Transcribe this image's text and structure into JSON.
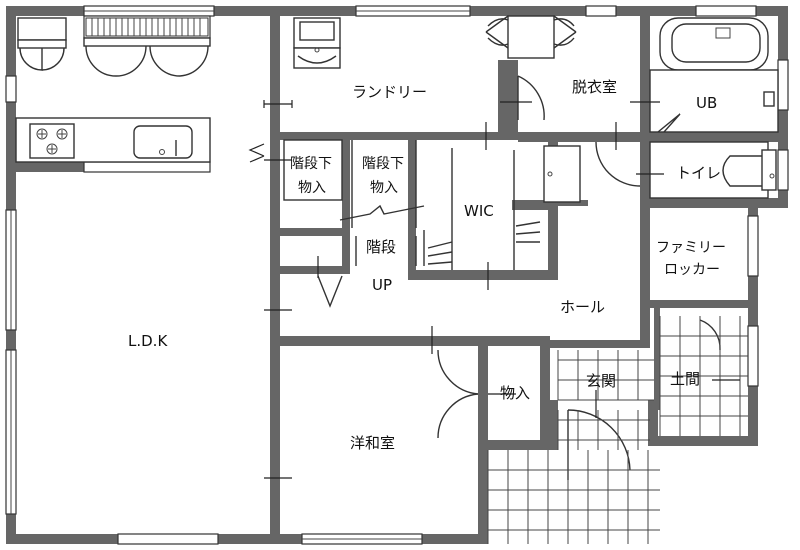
{
  "rooms": {
    "ldk": "L.D.K",
    "laundry": "ランドリー",
    "dressing": "脱衣室",
    "ub": "UB",
    "toilet": "トイレ",
    "storage_under_stairs_1_line1": "階段下",
    "storage_under_stairs_1_line2": "物入",
    "storage_under_stairs_2_line1": "階段下",
    "storage_under_stairs_2_line2": "物入",
    "stairs": "階段",
    "up": "UP",
    "wic": "WIC",
    "hall": "ホール",
    "family_locker_line1": "ファミリー",
    "family_locker_line2": "ロッカー",
    "storage": "物入",
    "entrance": "玄関",
    "doma": "土間",
    "western_japanese_room": "洋和室"
  }
}
